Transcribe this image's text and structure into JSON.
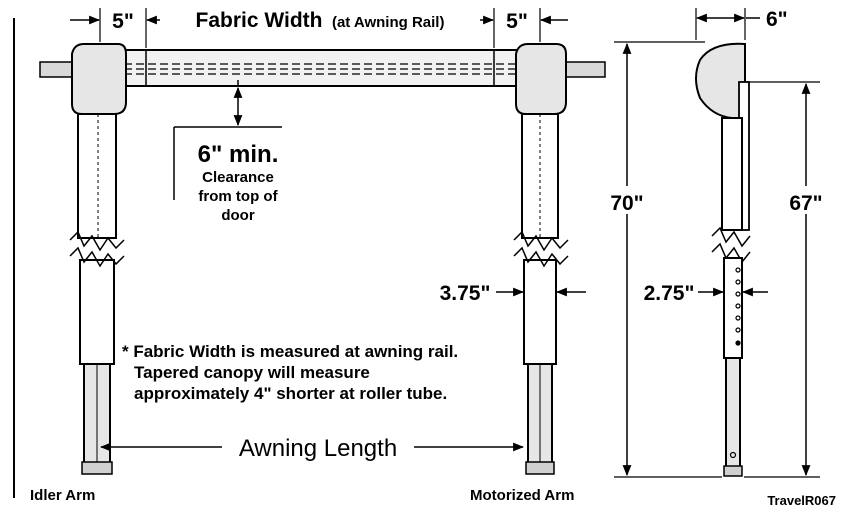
{
  "dimensions": {
    "left_offset": "5\"",
    "fabric_width_main": "Fabric Width",
    "fabric_width_sub": "(at Awning Rail)",
    "right_offset": "5\"",
    "side_depth": "6\"",
    "height_total": "70\"",
    "height_arm": "67\"",
    "arm_width_front": "3.75\"",
    "arm_width_side": "2.75\""
  },
  "clearance": {
    "value": "6\" min.",
    "line1": "Clearance",
    "line2": "from top of",
    "line3": "door"
  },
  "note": {
    "line1": "* Fabric Width is measured at awning rail.",
    "line2": "Tapered canopy will measure",
    "line3": "approximately 4\" shorter at roller tube."
  },
  "awning_length": "Awning Length",
  "labels": {
    "idler_arm": "Idler Arm",
    "motorized_arm": "Motorized Arm"
  },
  "drawing_id": "TravelR067",
  "colors": {
    "ink": "#000000",
    "paper": "#ffffff",
    "arm_shade": "#e6e6e6",
    "tube_shade": "#f2f2f2"
  }
}
